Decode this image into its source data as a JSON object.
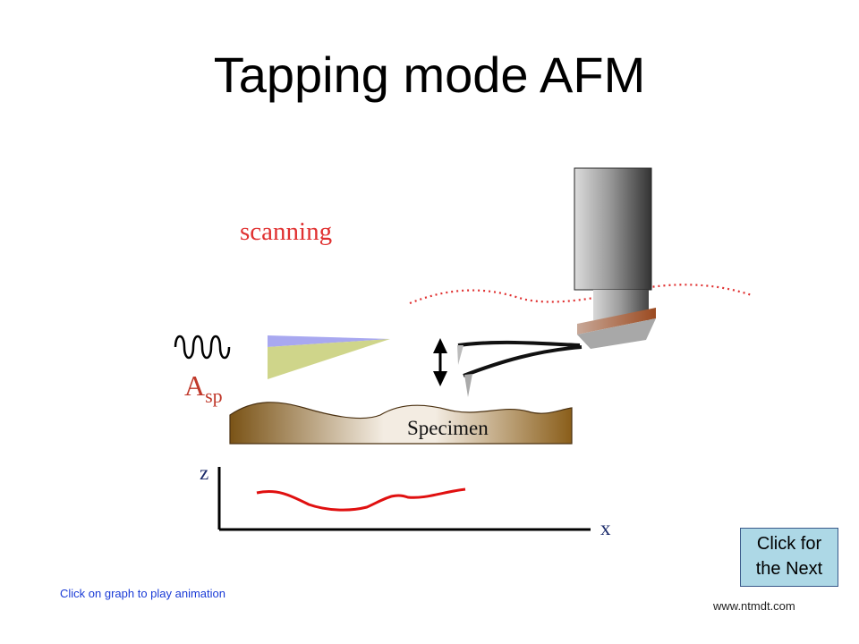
{
  "title": "Tapping mode AFM",
  "diagram": {
    "scanning_label": "scanning",
    "amplitude_symbol": "A",
    "amplitude_subscript": "sp",
    "specimen_label": "Specimen",
    "z_axis_label": "z",
    "x_axis_label": "x"
  },
  "next_button": {
    "line1": "Click for",
    "line2": "the Next"
  },
  "play_hint": "Click on graph to play animation",
  "source_url": "www.ntmdt.com",
  "colors": {
    "scanning": "#e03030",
    "profile_trace": "#e01010",
    "cantilever_mount": "#9b6a4a",
    "specimen_dark": "#7a5316",
    "button_bg": "#add8e6"
  }
}
